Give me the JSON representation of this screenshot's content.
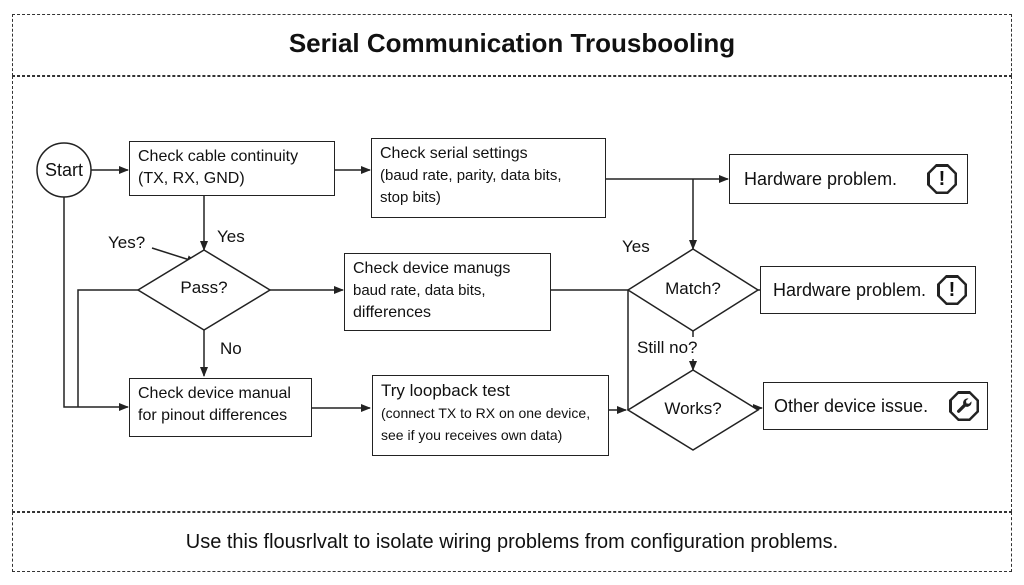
{
  "title": "Serial Communication Trousbooling",
  "footer": "Use this flousrlvalt to isolate wiring problems from configuration problems.",
  "nodes": {
    "start": "Start",
    "cable": {
      "line1": "Check cable continuity",
      "line2": "(TX, RX, GND)"
    },
    "settings": {
      "line1": "Check serial settings",
      "line2": "(baud rate, parity, data bits,",
      "line3": "stop bits)"
    },
    "pass": "Pass?",
    "manugs": {
      "line1": "Check device manugs",
      "line2": "baud rate, data bits,",
      "line3": "differences"
    },
    "manual": {
      "line1": "Check device manual",
      "line2": "for pinout differences"
    },
    "loopback": {
      "line1": "Try loopback test",
      "line2": "(connect TX to RX on one device,",
      "line3": "see if you receives own data)"
    },
    "match": "Match?",
    "works": "Works?",
    "hw1": "Hardware problem.",
    "hw2": "Hardware problem.",
    "other": "Other device issue."
  },
  "edge_labels": {
    "yes_q": "Yes?",
    "yes": "Yes",
    "no": "No",
    "yes_match": "Yes",
    "still_no": "Still no?"
  },
  "icons": {
    "warning": "!",
    "wrench": "wrench-icon"
  }
}
